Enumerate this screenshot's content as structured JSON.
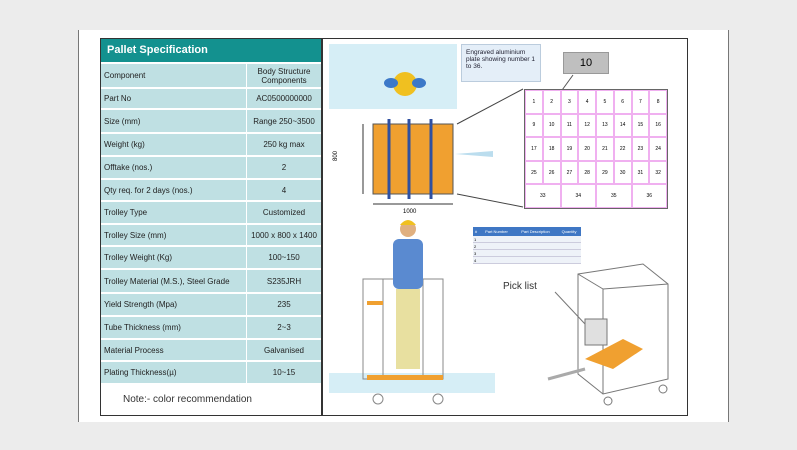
{
  "table": {
    "title": "Pallet Specification",
    "rows": [
      {
        "k": "Component",
        "v": "Body Structure Components"
      },
      {
        "k": "Part No",
        "v": "AC0500000000"
      },
      {
        "k": "Size (mm)",
        "v": "Range 250~3500"
      },
      {
        "k": "Weight (kg)",
        "v": "250 kg max"
      },
      {
        "k": "Offtake (nos.)",
        "v": "2"
      },
      {
        "k": "Qty req. for 2 days (nos.)",
        "v": "4"
      },
      {
        "k": "Trolley Type",
        "v": "Customized"
      },
      {
        "k": "Trolley Size (mm)",
        "v": "1000 x 800 x 1400"
      },
      {
        "k": "Trolley Weight (Kg)",
        "v": "100~150"
      },
      {
        "k": "Trolley Material (M.S.), Steel Grade",
        "v": "S235JRH"
      },
      {
        "k": "Yield Strength (Mpa)",
        "v": "235"
      },
      {
        "k": "Tube Thickness (mm)",
        "v": "2~3"
      },
      {
        "k": "Material Process",
        "v": "Galvanised"
      },
      {
        "k": "Plating Thickness(µ)",
        "v": "10~15"
      }
    ],
    "note": "Note:- color recommendation"
  },
  "drawing": {
    "callout": "Engraved aluminium plate showing number 1 to 36.",
    "badge": "10",
    "dim_height": "800",
    "dim_width": "1000",
    "slots": [
      "1",
      "2",
      "3",
      "4",
      "5",
      "6",
      "7",
      "8",
      "9",
      "10",
      "11",
      "12",
      "13",
      "14",
      "15",
      "16",
      "17",
      "18",
      "19",
      "20",
      "21",
      "22",
      "23",
      "24",
      "25",
      "26",
      "27",
      "28",
      "29",
      "30",
      "31",
      "32",
      "33",
      "34",
      "35",
      "36"
    ],
    "picklist": {
      "headers": [
        "#",
        "Part Number",
        "Part Description",
        "Quantity"
      ],
      "rows": [
        [
          "1",
          "",
          "",
          ""
        ],
        [
          "2",
          "",
          "",
          ""
        ],
        [
          "3",
          "",
          "",
          ""
        ],
        [
          "4",
          "",
          "",
          ""
        ]
      ],
      "label": "Pick list"
    }
  }
}
